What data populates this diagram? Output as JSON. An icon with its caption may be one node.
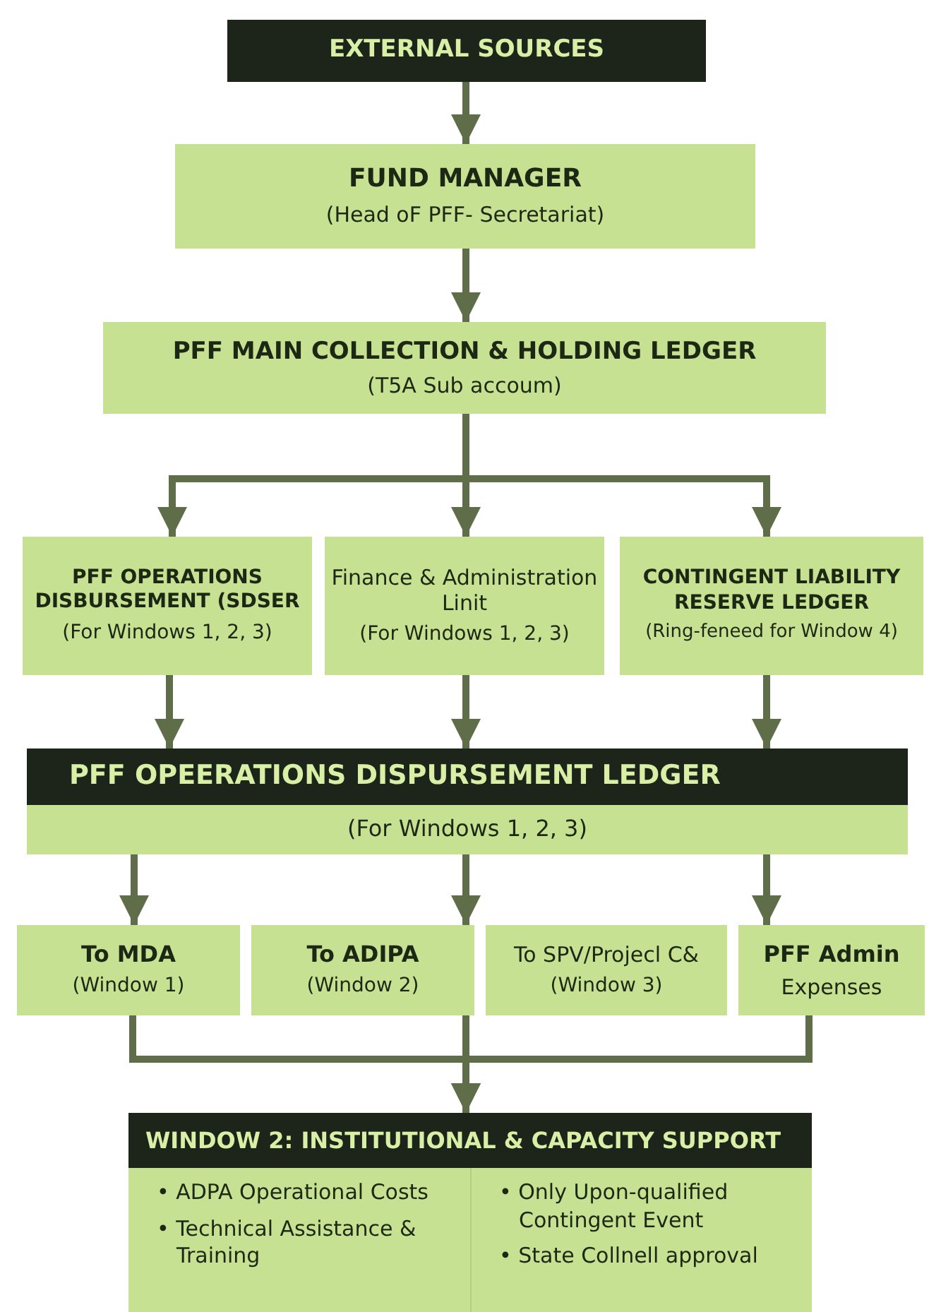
{
  "diagram": {
    "nodes": [
      {
        "text": [
          "EXTERNAL SOURCES"
        ]
      },
      {
        "text": [
          "FUND MANAGER",
          "(Head oF PFF- Secretariat)"
        ]
      },
      {
        "text": [
          "PFF MAIN COLLECTION & HOLDING LEDGER",
          "(T5A Sub accoum)"
        ]
      },
      {
        "text": [
          "PFF OPERATIONS DISBURSEMENT (SDSER",
          "(For Windows 1, 2, 3)"
        ]
      },
      {
        "text": [
          "Finance & Administration Linit",
          "(For Windows 1, 2, 3)"
        ]
      },
      {
        "text": [
          "CONTINGENT LIABILITY RESERVE LEDGER",
          "(Ring-feneed for Window 4)"
        ]
      },
      {
        "text": [
          "PFF OPEERATIONS DISPURSEMENT LEDGER",
          "(For Windows 1, 2, 3)"
        ]
      },
      {
        "text": [
          "To MDA",
          "(Window 1)"
        ]
      },
      {
        "text": [
          "To ADIPA",
          "(Window 2)"
        ]
      },
      {
        "text": [
          "To SPV/Projecl C&",
          "(Window 3)"
        ]
      },
      {
        "text": [
          "PFF Admin",
          "Expenses"
        ]
      },
      {
        "text": [
          "WINDOW 2: INSTITUTIONAL & CAPACITY SUPPORT",
          "• ADPA Operational Costs",
          "• Technical Assistance & Training",
          "• Only Upon-qualified Contingent Event",
          "• State Collnell approval"
        ]
      }
    ],
    "edges": [
      {
        "from": 0,
        "to": 1,
        "arrow": "to"
      },
      {
        "from": 1,
        "to": 2,
        "arrow": "to"
      },
      {
        "from": 2,
        "to": 3,
        "arrow": "to"
      },
      {
        "from": 2,
        "to": 4,
        "arrow": "to"
      },
      {
        "from": 2,
        "to": 5,
        "arrow": "to"
      },
      {
        "from": 3,
        "to": 6,
        "arrow": "to"
      },
      {
        "from": 4,
        "to": 6,
        "arrow": "to"
      },
      {
        "from": 5,
        "to": 6,
        "arrow": "to"
      },
      {
        "from": 6,
        "to": 7,
        "arrow": "to"
      },
      {
        "from": 6,
        "to": 8,
        "arrow": "to"
      },
      {
        "from": 6,
        "to": 10,
        "arrow": "to"
      },
      {
        "from": 7,
        "to": 11,
        "arrow": "to"
      },
      {
        "from": 8,
        "to": 11,
        "arrow": "to"
      },
      {
        "from": 10,
        "to": 11,
        "arrow": "to"
      }
    ]
  }
}
